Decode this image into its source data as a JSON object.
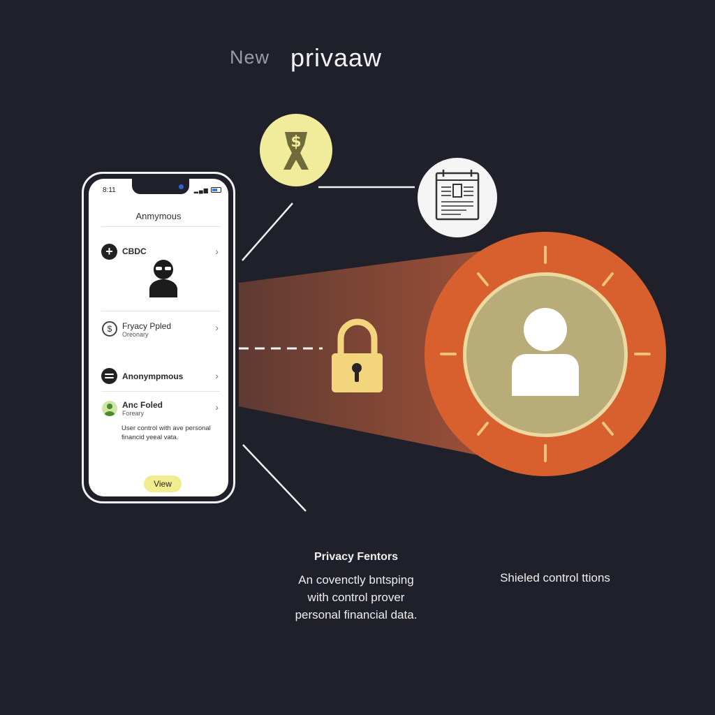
{
  "header": {
    "prefix": "New",
    "title": "privaaw"
  },
  "phone": {
    "time": "8:11",
    "screen_title": "Anmymous",
    "rows": [
      {
        "label": "CBDC",
        "sub": ""
      },
      {
        "label": "Fryacy Ppled",
        "sub": "Oreonary"
      },
      {
        "label": "Anonympmous",
        "sub": ""
      },
      {
        "label": "Anc Foled",
        "sub": "Foreary"
      }
    ],
    "description": "User control with ave personal financid yeeal vata.",
    "view_button": "View"
  },
  "captions": {
    "title": "Privacy Fentors",
    "body_lines": [
      "An covenctly bntsping",
      "with control prover",
      "personal financial data."
    ],
    "right": "Shieled control ttions"
  },
  "colors": {
    "background": "#1f2029",
    "badge_outer": "#d7602e",
    "badge_inner": "#b8ac78",
    "lock": "#f3d57e",
    "dollar_circle": "#f1ec9c"
  },
  "icons": [
    "dollar-ribbon-icon",
    "calendar-document-icon",
    "padlock-icon",
    "user-profile-icon",
    "anonymous-mask-icon"
  ]
}
